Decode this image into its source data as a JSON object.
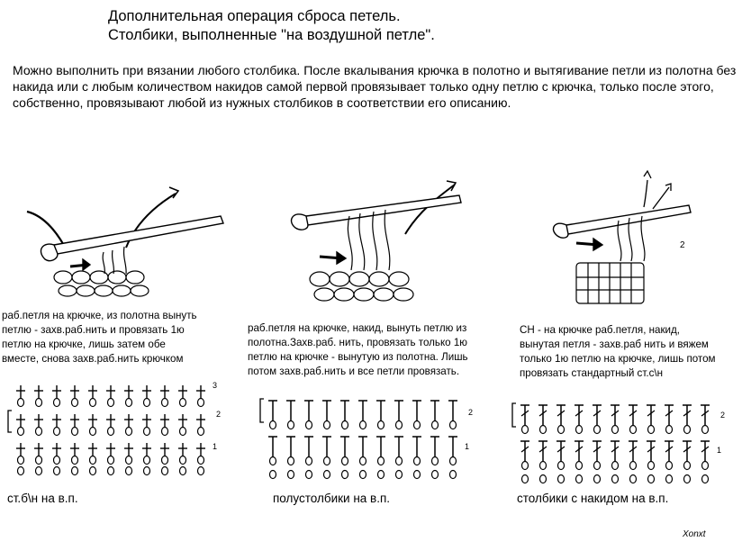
{
  "title": {
    "line1": "Дополнительная операция сброса петель.",
    "line2": "Столбики, выполненные  \"на воздушной петле\"."
  },
  "intro": "  Можно выполнить при вязании любого столбика. После вкалывания крючка в полотно и вытягивание петли из полотна без накида или с любым количеством накидов самой первой провязывает только одну петлю с крючка, только после этого, собственно, провязывают любой из нужных столбиков в соответствии его описанию.",
  "captions": {
    "c1": [
      "раб.петля на крючке, из полотна вынуть",
      "петлю - захв.раб.нить и провязать 1ю",
      "петлю на крючке, лишь затем обе",
      "вместе, снова захв.раб.нить крючком"
    ],
    "c2": [
      "раб.петля на крючке, накид, вынуть петлю из",
      "полотна.Захв.раб. нить, провязать только 1ю",
      "петлю на крючке - вынутую из полотна. Лишь",
      "потом захв.раб.нить и все петли провязать."
    ],
    "c3": [
      "СН - на крючке раб.петля, накид,",
      "вынутая петля - захв.раб нить и вяжем",
      "только 1ю петлю на крючке, лишь потом",
      " провязать стандартный ст.с\\н"
    ]
  },
  "labels": {
    "l1": "ст.б\\н на в.п.",
    "l2": "полустолбики на в.п.",
    "l3": "столбики с накидом на в.п."
  },
  "row_numbers": {
    "one": "1",
    "two": "2",
    "three": "3"
  },
  "signature": "Xonxt"
}
